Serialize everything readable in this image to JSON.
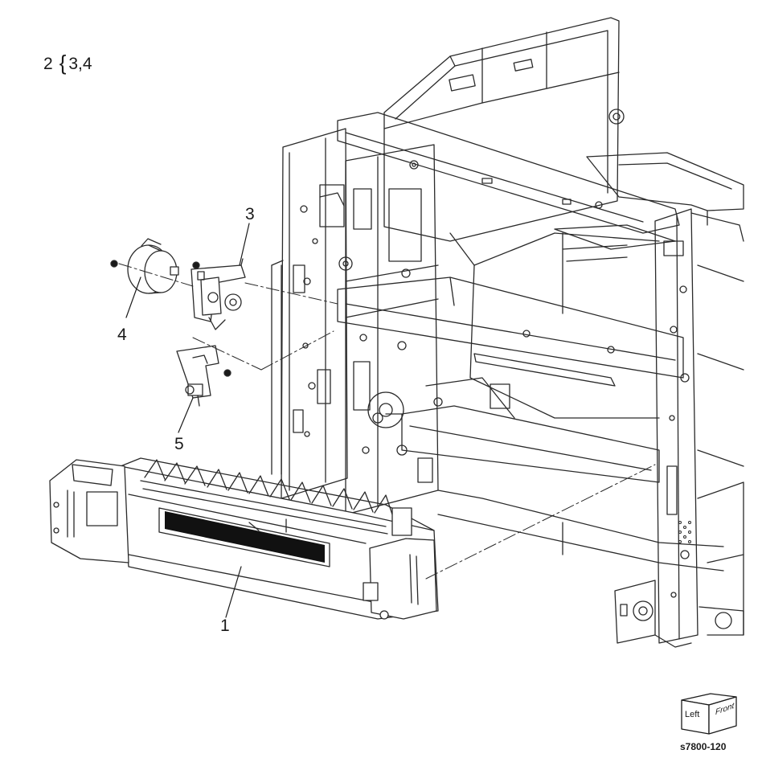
{
  "grouping": {
    "parent": "2",
    "children": "3,4"
  },
  "callouts": {
    "item_1": "1",
    "item_3": "3",
    "item_4": "4",
    "item_5": "5"
  },
  "orientation_cube": {
    "left_face": "Left",
    "front_face": "Front"
  },
  "figure_id": "s7800-120"
}
